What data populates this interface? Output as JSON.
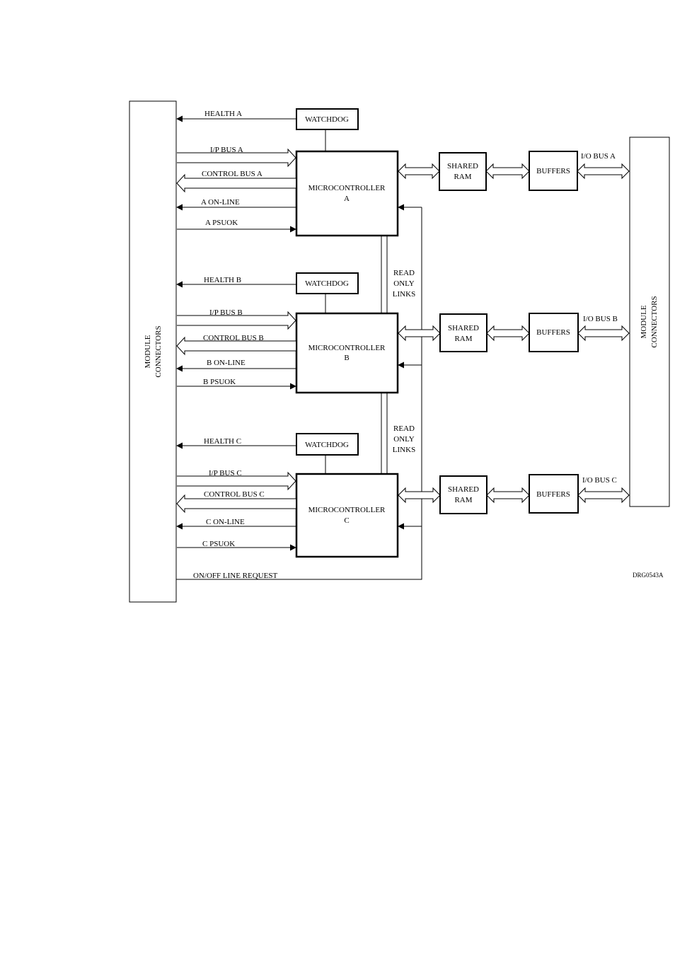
{
  "left_connector": {
    "label_line1": "MODULE",
    "label_line2": "CONNECTORS"
  },
  "right_connector": {
    "label_line1": "MODULE",
    "label_line2": "CONNECTORS"
  },
  "channels": [
    {
      "id": "a",
      "health": "HEALTH A",
      "watchdog": "WATCHDOG",
      "ip_bus": "I/P BUS A",
      "control_bus": "CONTROL BUS A",
      "online": "A ON-LINE",
      "psuok": "A PSUOK",
      "micro_line1": "MICROCONTROLLER",
      "micro_line2": "A",
      "ram_line1": "SHARED",
      "ram_line2": "RAM",
      "buffers": "BUFFERS",
      "io_bus": "I/O BUS A"
    },
    {
      "id": "b",
      "health": "HEALTH B",
      "watchdog": "WATCHDOG",
      "ip_bus": "I/P BUS B",
      "control_bus": "CONTROL BUS B",
      "online": "B ON-LINE",
      "psuok": "B PSUOK",
      "micro_line1": "MICROCONTROLLER",
      "micro_line2": "B",
      "ram_line1": "SHARED",
      "ram_line2": "RAM",
      "buffers": "BUFFERS",
      "io_bus": "I/O BUS B"
    },
    {
      "id": "c",
      "health": "HEALTH C",
      "watchdog": "WATCHDOG",
      "ip_bus": "I/P BUS C",
      "control_bus": "CONTROL BUS C",
      "online": "C ON-LINE",
      "psuok": "C PSUOK",
      "micro_line1": "MICROCONTROLLER",
      "micro_line2": "C",
      "ram_line1": "SHARED",
      "ram_line2": "RAM",
      "buffers": "BUFFERS",
      "io_bus": "I/O BUS C"
    }
  ],
  "read_only_links": [
    "READ",
    "ONLY",
    "LINKS"
  ],
  "onoff_request": "ON/OFF LINE REQUEST",
  "drawing_number": "DRG0543A"
}
